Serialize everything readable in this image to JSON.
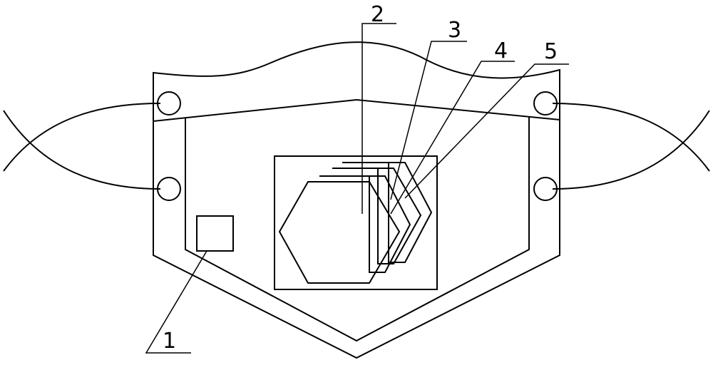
{
  "diagram": {
    "labels": {
      "part1": "1",
      "part2": "2",
      "part3": "3",
      "part4": "4",
      "part5": "5"
    },
    "colors": {
      "stroke": "#000000",
      "background": "#ffffff"
    }
  }
}
